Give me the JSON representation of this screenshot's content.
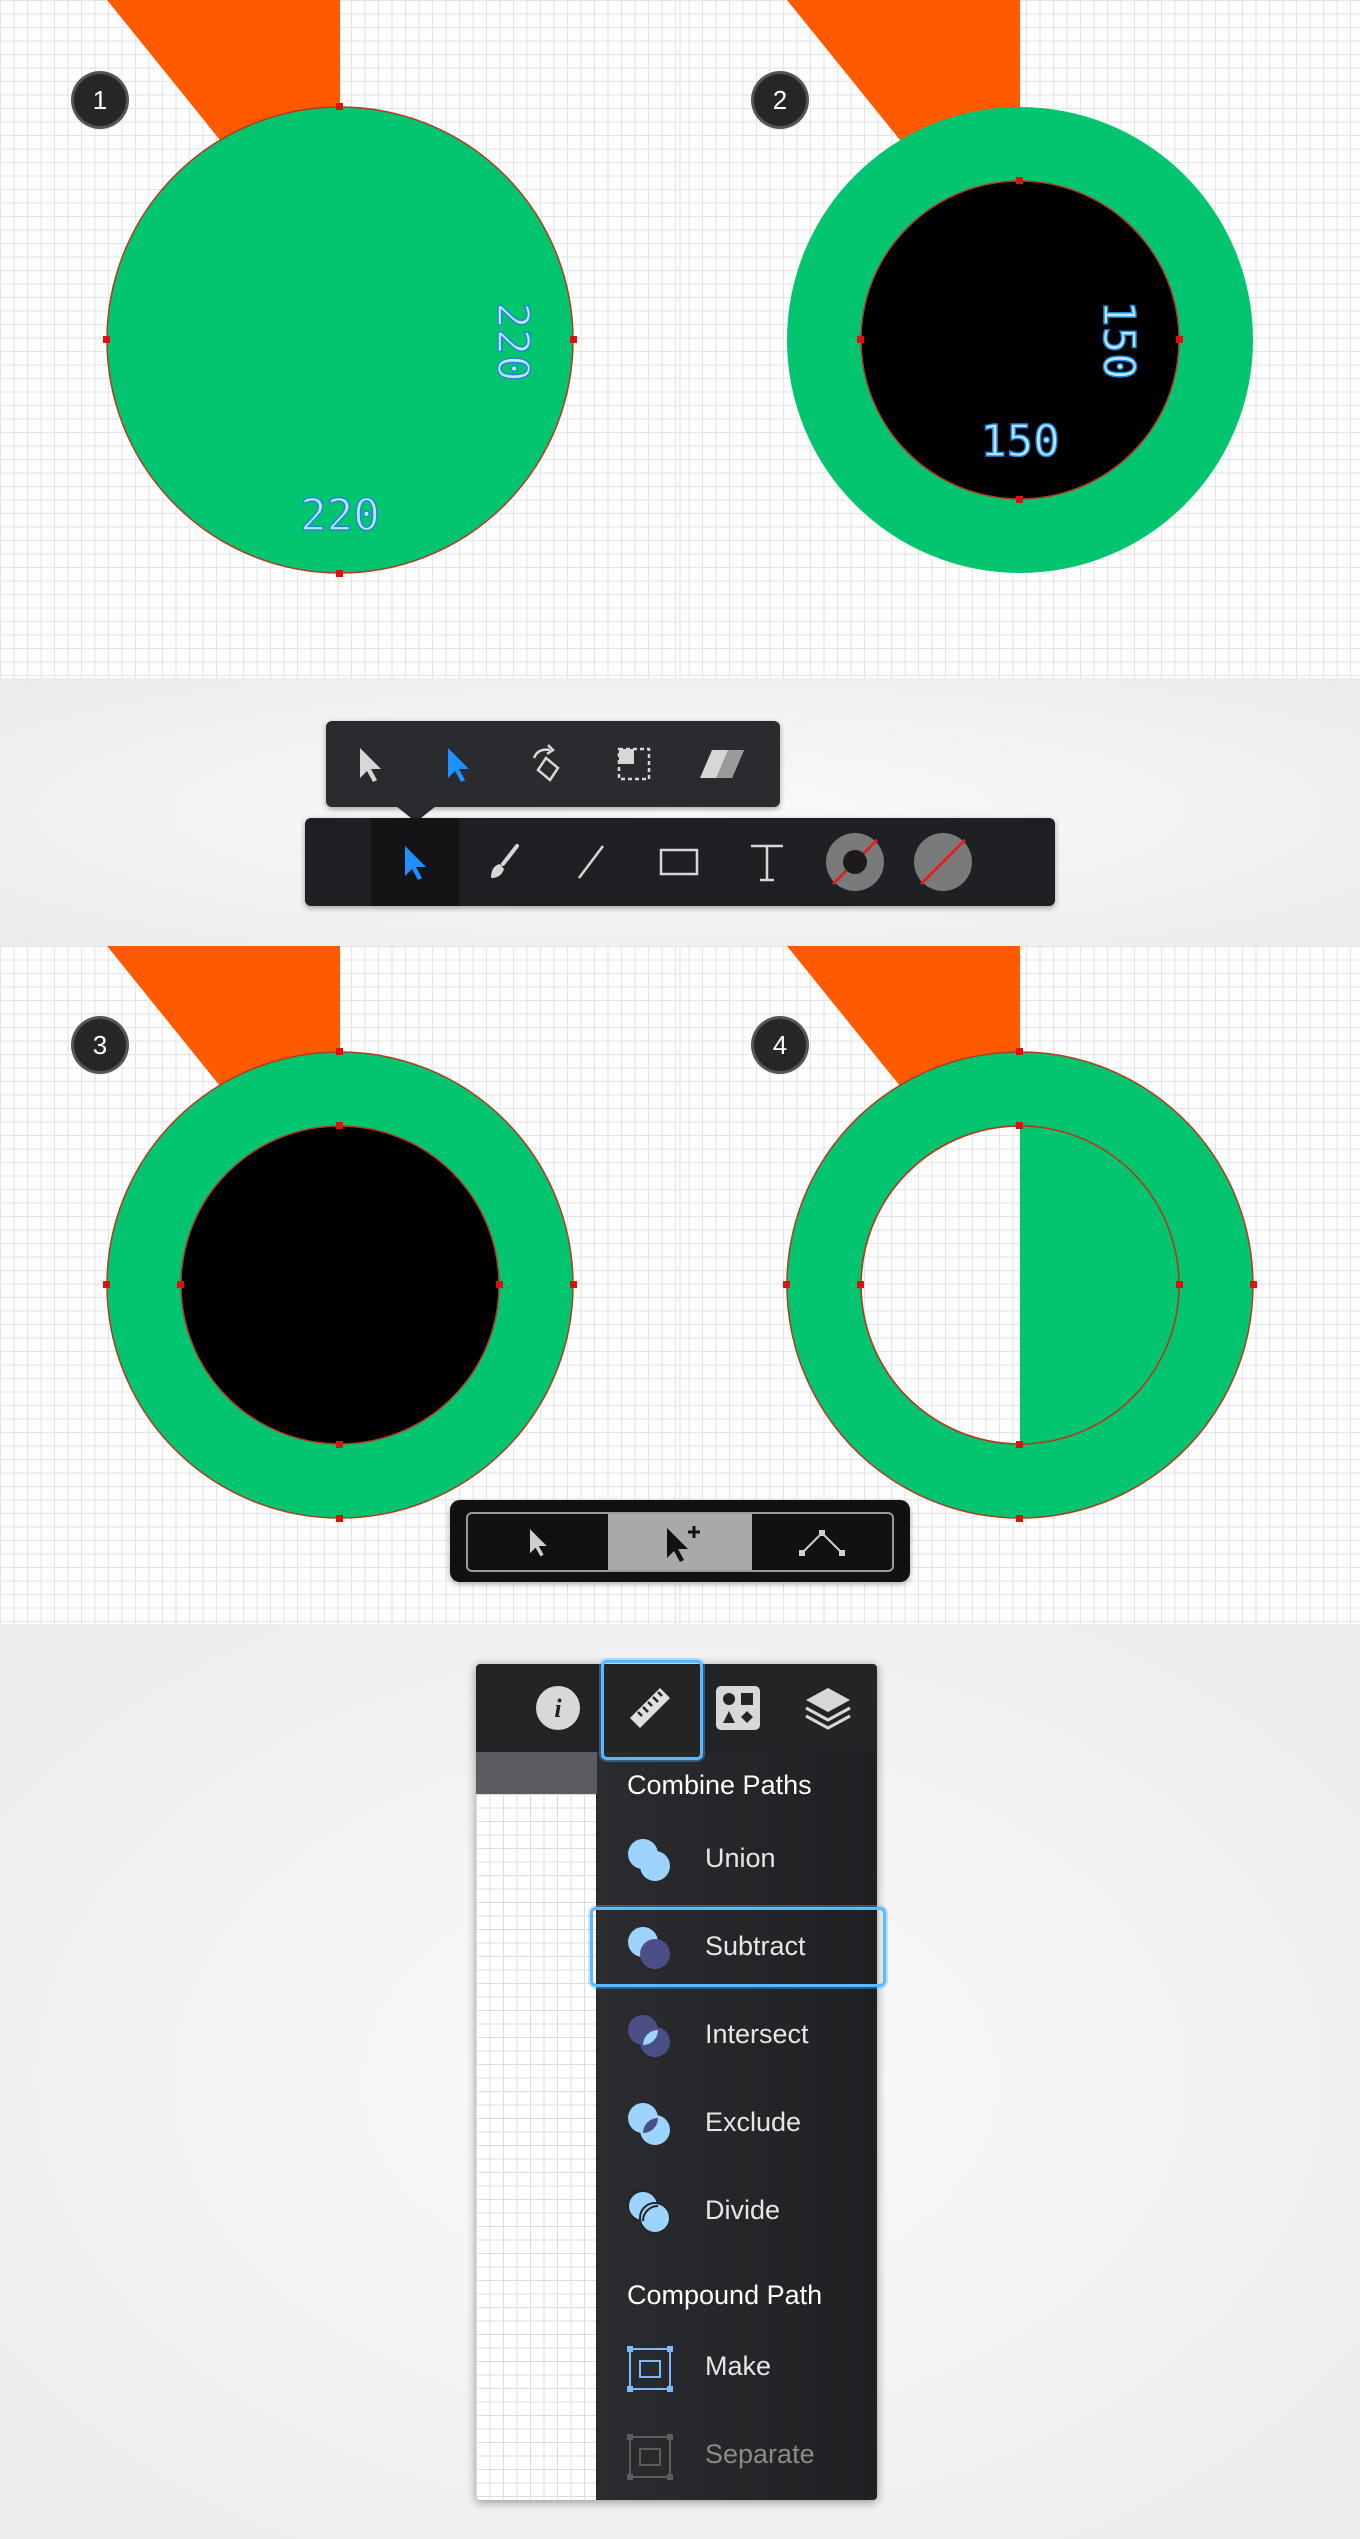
{
  "steps": [
    {
      "number": "1",
      "dimensions": {
        "width": "220",
        "height": "220"
      }
    },
    {
      "number": "2",
      "dimensions": {
        "width": "150",
        "height": "150"
      }
    },
    {
      "number": "3"
    },
    {
      "number": "4"
    }
  ],
  "colors": {
    "green": "#03c46f",
    "orange": "#ff5a00",
    "black": "#000000",
    "anchor_red": "#dd1111",
    "accent_blue": "#1e90ff",
    "highlight": "#5cb8ff"
  },
  "move_tool_flyout": {
    "icons": [
      "move-tool-icon",
      "node-tool-icon-active",
      "rotate-icon",
      "bounding-box-icon",
      "skew-icon"
    ]
  },
  "tools_toolbar": {
    "icons": [
      "move-tool-icon-active",
      "brush-icon",
      "line-icon",
      "rectangle-icon",
      "text-icon",
      "fill-swatch-icon",
      "stroke-swatch-icon"
    ]
  },
  "selection_mode_bar": {
    "icons": [
      "pointer-icon",
      "pointer-plus-icon-active",
      "node-path-icon"
    ]
  },
  "panel": {
    "tabs": [
      "info-icon",
      "ruler-icon",
      "shapes-icon",
      "layers-icon"
    ],
    "active_tab": "ruler-icon",
    "combine_paths_heading": "Combine Paths",
    "combine_items": [
      {
        "label": "Union",
        "icon": "union-icon"
      },
      {
        "label": "Subtract",
        "icon": "subtract-icon",
        "selected": true
      },
      {
        "label": "Intersect",
        "icon": "intersect-icon"
      },
      {
        "label": "Exclude",
        "icon": "exclude-icon"
      },
      {
        "label": "Divide",
        "icon": "divide-icon"
      }
    ],
    "compound_path_heading": "Compound Path",
    "compound_items": [
      {
        "label": "Make",
        "icon": "make-compound-icon"
      },
      {
        "label": "Separate",
        "icon": "separate-compound-icon",
        "disabled": true
      }
    ]
  }
}
